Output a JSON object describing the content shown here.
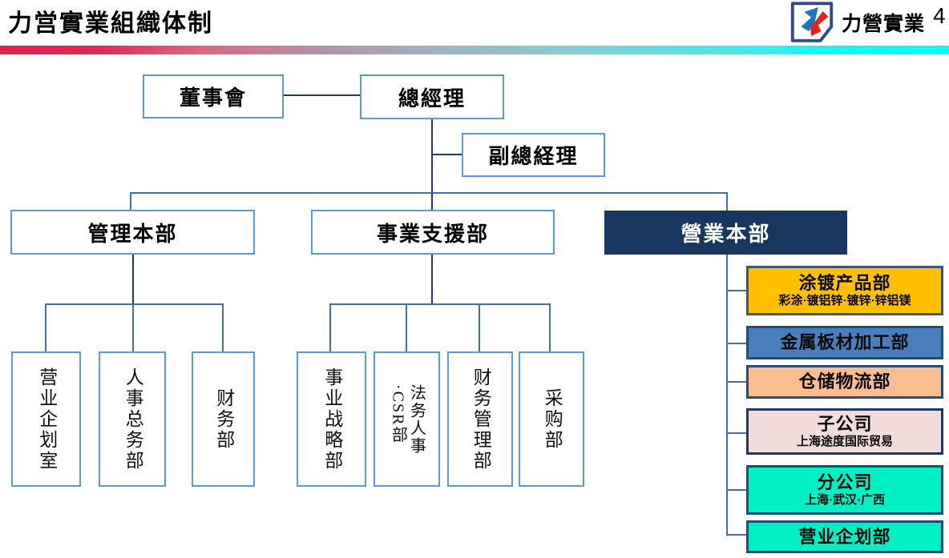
{
  "header": {
    "title": "力営實業組織体制",
    "logo_text": "力營實業",
    "slide_number": "4"
  },
  "colors": {
    "box_border_light": "#5B9BD5",
    "connector": "#41719C",
    "connector_dark": "#1F3864",
    "sales_division_fill": "#17375E",
    "divider_gradient": [
      "#E61F4D",
      "#D96A88",
      "#9FB3C2",
      "#86CDD6",
      "#00FFFF"
    ],
    "logo_blue": "#1B75BC",
    "logo_red": "#E1251B"
  },
  "org": {
    "board": {
      "label": "董事會"
    },
    "general_manager": {
      "label": "總經理"
    },
    "deputy_general_manager": {
      "label": "副總経理"
    },
    "divisions": [
      {
        "label": "管理本部",
        "children": [
          {
            "label": "营业企划室"
          },
          {
            "label": "人事总务部"
          },
          {
            "label": "财务部"
          }
        ]
      },
      {
        "label": "事業支援部",
        "children": [
          {
            "label": "事业战略部"
          },
          {
            "label": "法务人事\n·CSR部"
          },
          {
            "label": "财务管理部"
          },
          {
            "label": "采购部"
          }
        ]
      },
      {
        "label": "營業本部",
        "children": [
          {
            "label": "涂镀产品部",
            "subtitle": "彩涂·镀铝锌·镀锌·锌铝镁",
            "fill": "#FFC000",
            "border": "#44546A"
          },
          {
            "label": "金属板材加工部",
            "subtitle": "",
            "fill": "#4A7EBB",
            "border": "#1F4E79"
          },
          {
            "label": "仓储物流部",
            "subtitle": "",
            "fill": "#F9BE8F",
            "border": "#1F4E79"
          },
          {
            "label": "子公司",
            "subtitle": "上海途度国际贸易",
            "fill": "#F1DCDC",
            "border": "#203864"
          },
          {
            "label": "分公司",
            "subtitle": "上海·武汉·广西",
            "fill": "#00F0C4",
            "border": "#1F4E79"
          },
          {
            "label": "营业企划部",
            "subtitle": "",
            "fill": "#00F0C4",
            "border": "#1F4E79"
          }
        ]
      }
    ]
  }
}
